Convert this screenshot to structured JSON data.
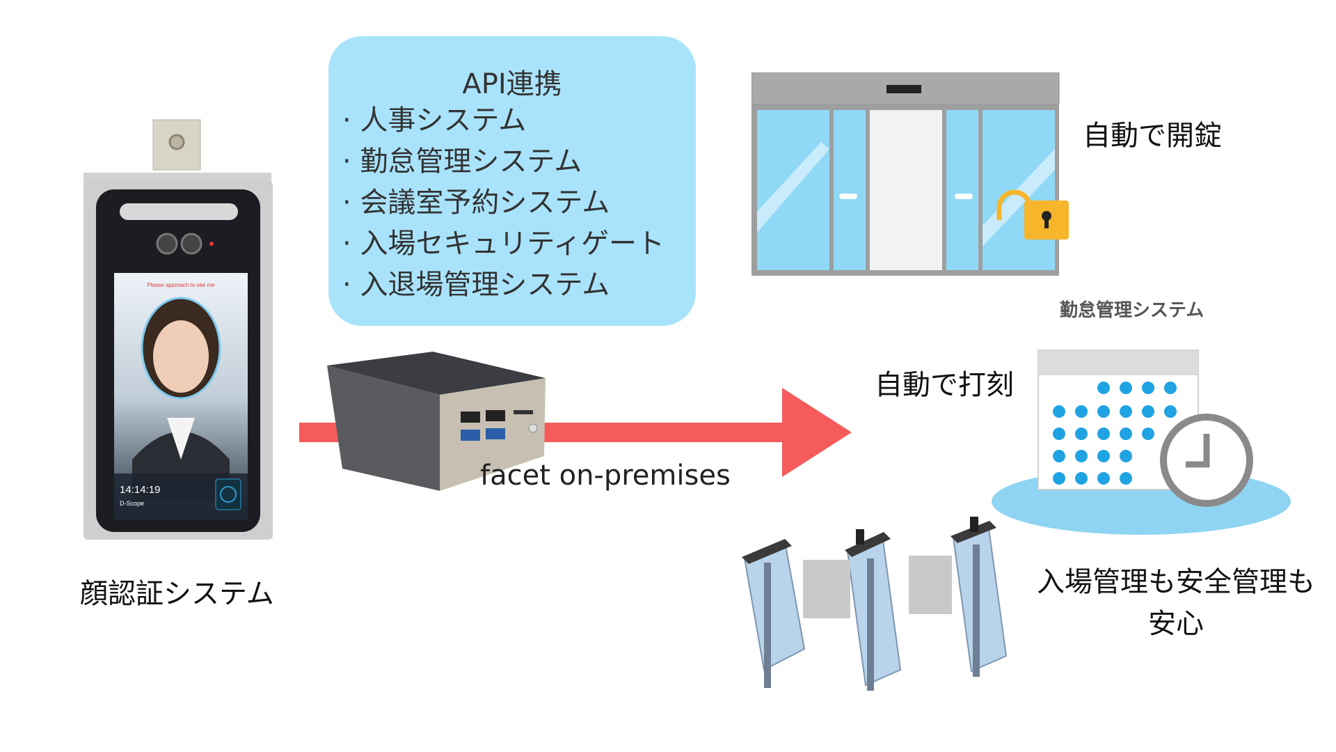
{
  "api_box": {
    "title": "API連携",
    "items": [
      "人事システム",
      "勤怠管理システム",
      "会議室予約システム",
      "入場セキュリティゲート",
      "入退場管理システム"
    ]
  },
  "labels": {
    "face_auth": "顔認証システム",
    "facet": "facet on-premises",
    "auto_unlock": "自動で開錠",
    "attendance_system": "勤怠管理システム",
    "auto_stamp": "自動で打刻",
    "gate_safety_line1": "入場管理も安全管理も",
    "gate_safety_line2": "安心"
  },
  "device_screen": {
    "time": "14:14:19",
    "brand": "D-Scope",
    "prompt": "Please approach to see me"
  },
  "colors": {
    "api_box": "#a9e3fb",
    "arrow": "#f55b5b",
    "lock": "#f7b52c",
    "calendar_dot": "#1fa3e3",
    "calendar_base": "#8fd4f2"
  }
}
